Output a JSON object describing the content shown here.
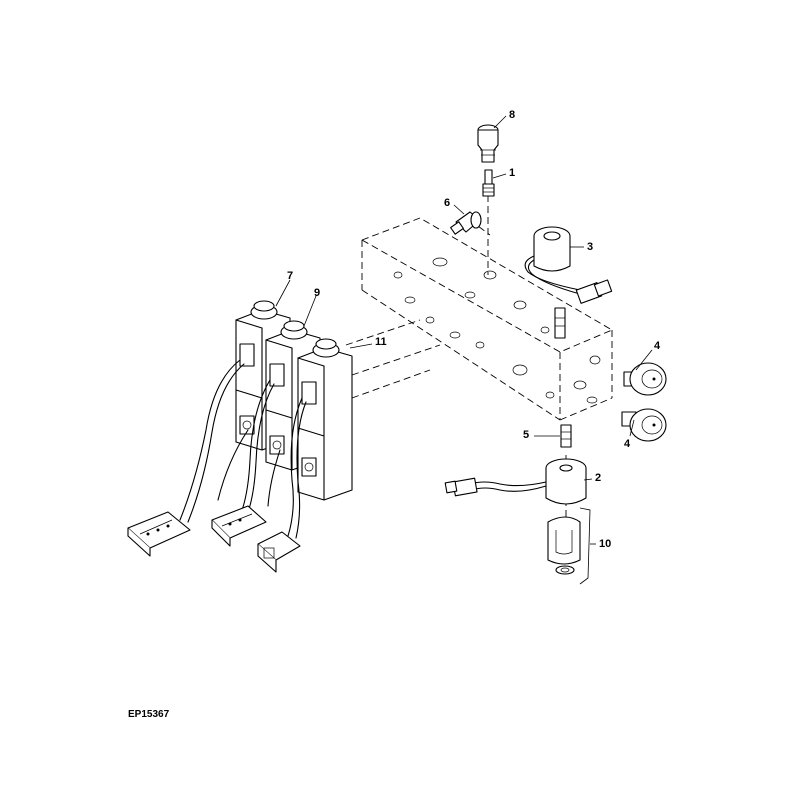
{
  "figure_id": "EP15367",
  "callouts": [
    "1",
    "2",
    "3",
    "4",
    "4",
    "5",
    "6",
    "7",
    "8",
    "9",
    "10",
    "11"
  ]
}
